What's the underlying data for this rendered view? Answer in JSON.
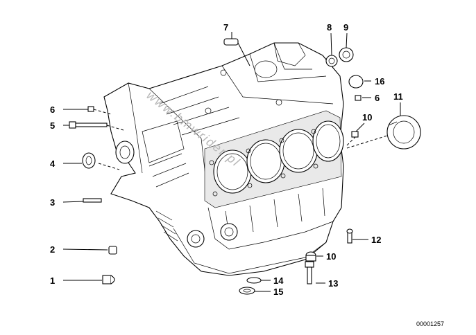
{
  "callouts": [
    {
      "id": "1",
      "label": "1"
    },
    {
      "id": "2",
      "label": "2"
    },
    {
      "id": "3",
      "label": "3"
    },
    {
      "id": "4",
      "label": "4"
    },
    {
      "id": "5",
      "label": "5"
    },
    {
      "id": "6a",
      "label": "6"
    },
    {
      "id": "6b",
      "label": "6"
    },
    {
      "id": "7",
      "label": "7"
    },
    {
      "id": "8",
      "label": "8"
    },
    {
      "id": "9",
      "label": "9"
    },
    {
      "id": "10a",
      "label": "10"
    },
    {
      "id": "10b",
      "label": "10"
    },
    {
      "id": "11",
      "label": "11"
    },
    {
      "id": "12",
      "label": "12"
    },
    {
      "id": "13",
      "label": "13"
    },
    {
      "id": "14",
      "label": "14"
    },
    {
      "id": "15",
      "label": "15"
    },
    {
      "id": "16",
      "label": "16"
    }
  ],
  "diagram_ref": "00001257",
  "watermark": "www.bmwrider.pl"
}
